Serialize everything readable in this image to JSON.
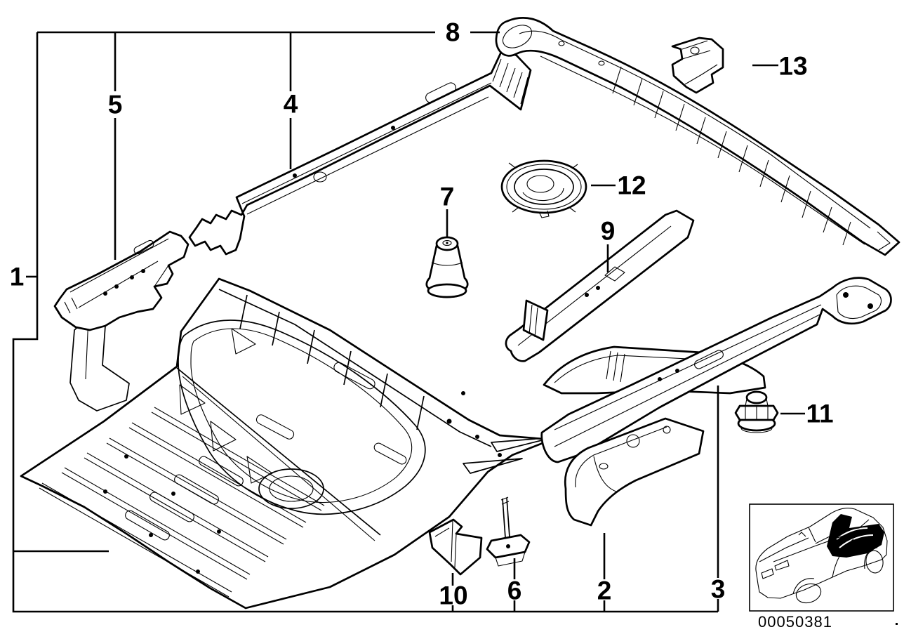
{
  "diagram": {
    "background_color": "#ffffff",
    "line_color": "#000000",
    "image_number": "00050381",
    "callouts": [
      {
        "label": "1"
      },
      {
        "label": "2"
      },
      {
        "label": "3"
      },
      {
        "label": "4"
      },
      {
        "label": "5"
      },
      {
        "label": "6"
      },
      {
        "label": "7"
      },
      {
        "label": "8"
      },
      {
        "label": "9"
      },
      {
        "label": "10"
      },
      {
        "label": "11"
      },
      {
        "label": "12"
      },
      {
        "label": "13"
      }
    ]
  }
}
